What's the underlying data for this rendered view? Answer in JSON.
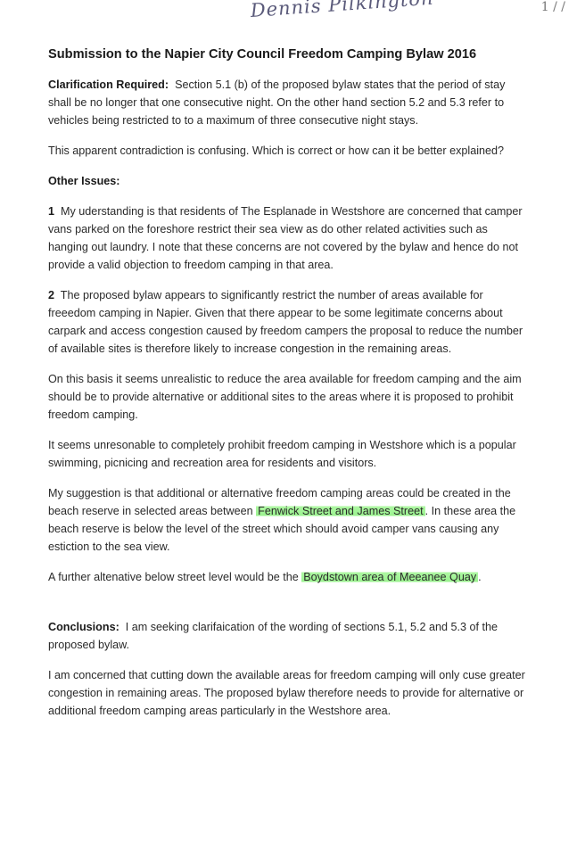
{
  "signature": "Dennis Pilkington",
  "corner_mark": "1 / /",
  "title": "Submission to the Napier City Council Freedom Camping Bylaw 2016",
  "clarification": {
    "label": "Clarification Required:",
    "text": "Section 5.1 (b) of the proposed bylaw states that the period of stay shall be no longer that one consecutive night. On the other hand section 5.2 and 5.3 refer to vehicles being restricted to to a maximum of three consecutive night stays."
  },
  "contradiction": "This apparent contradiction is confusing. Which is correct or how can it be better explained?",
  "other_issues_heading": "Other Issues:",
  "issue1": {
    "num": "1",
    "text": "My uderstanding is that residents of The Esplanade in Westshore are concerned that camper vans parked on the foreshore restrict their sea view as do other related activities such as hanging out laundry. I note that these concerns are not covered by the bylaw and hence do not provide a valid objection to freedom camping in that area."
  },
  "issue2": {
    "num": "2",
    "text": "The proposed bylaw appears to significantly restrict the number of areas available for freeedom camping in Napier. Given that there appear to be some legitimate concerns about carpark and access congestion caused by freedom campers the proposal to reduce the number of available sites is therefore likely to increase congestion in the remaining areas."
  },
  "basis": "On this basis it seems unrealistic to reduce the area available for freedom camping and the aim should be to provide alternative or additional sites to the areas where it is proposed to prohibit freedom camping.",
  "unreasonable": "It seems unresonable to completely prohibit freedom camping in Westshore which is a popular swimming, picnicing and recreation area for residents and visitors.",
  "suggestion": {
    "before": "My suggestion is that additional or alternative freedom camping areas could be created in the beach reserve in selected areas between ",
    "highlight": "Fenwick Street and James Street",
    "after": ". In these area the beach reserve is below the level of the street which should avoid camper vans causing any estiction to the sea view."
  },
  "alternative": {
    "before": "A further altenative below street level would be the ",
    "highlight": "Boydstown area of Meeanee Quay",
    "after": "."
  },
  "conclusions": {
    "label": "Conclusions:",
    "text": "I am seeking clarifaication of the wording of sections 5.1, 5.2 and 5.3 of the proposed bylaw."
  },
  "concern": "I am concerned that cutting down the available areas for freedom camping will only cuse greater congestion in remaining areas. The proposed bylaw therefore needs to provide for alternative or additional freedom camping areas particularly in the Westshore area."
}
